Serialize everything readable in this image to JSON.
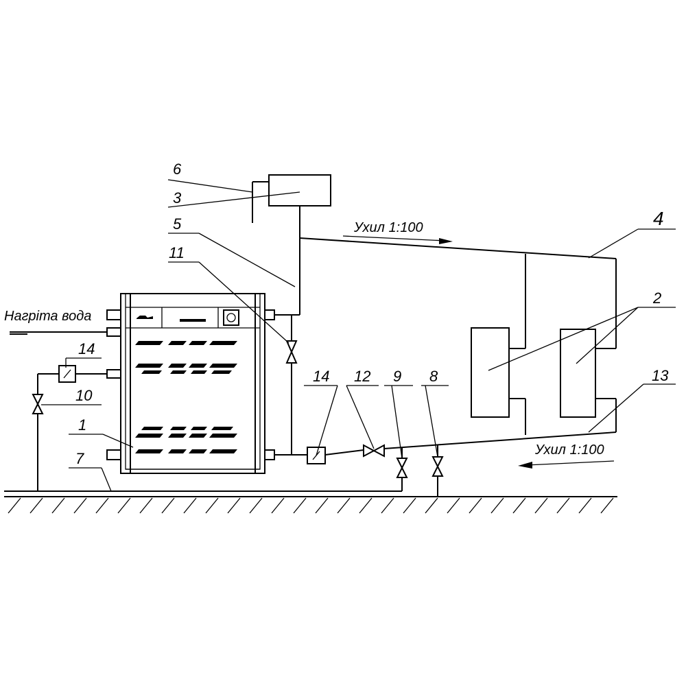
{
  "labels": {
    "l1": "1",
    "l2": "2",
    "l3": "3",
    "l4": "4",
    "l5": "5",
    "l6": "6",
    "l7": "7",
    "l8": "8",
    "l9": "9",
    "l10": "10",
    "l11": "11",
    "l12": "12",
    "l13": "13",
    "l14a": "14",
    "l14b": "14"
  },
  "captions": {
    "heated_water": "Нагріта вода",
    "slope_top": "Ухил 1:100",
    "slope_bottom": "Ухил 1:100"
  }
}
